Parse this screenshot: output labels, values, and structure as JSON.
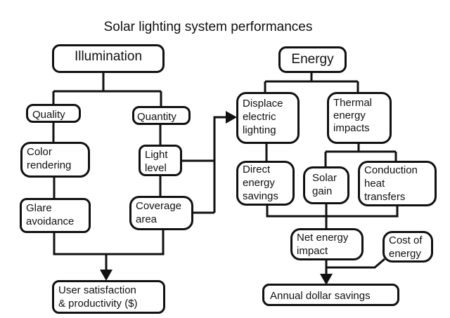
{
  "title": "Solar lighting system performances",
  "nodes": {
    "illumination": [
      "Illumination"
    ],
    "quality": [
      "Quality"
    ],
    "quantity": [
      "Quantity"
    ],
    "color_rendering": [
      "Color",
      "rendering"
    ],
    "glare_avoidance": [
      "Glare",
      "avoidance"
    ],
    "light_level": [
      "Light",
      "level"
    ],
    "coverage_area": [
      "Coverage",
      "area"
    ],
    "user_satisfaction": [
      "User satisfaction",
      "& productivity ($)"
    ],
    "energy": [
      "Energy"
    ],
    "displace_electric_lighting": [
      "Displace",
      "electric",
      "lighting"
    ],
    "thermal_energy_impacts": [
      "Thermal",
      "energy",
      "impacts"
    ],
    "direct_energy_savings": [
      "Direct",
      "energy",
      "savings"
    ],
    "solar_gain": [
      "Solar",
      "gain"
    ],
    "conduction_heat_transfers": [
      "Conduction",
      "heat",
      "transfers"
    ],
    "net_energy_impact": [
      "Net energy",
      "impact"
    ],
    "cost_of_energy": [
      "Cost of",
      "energy"
    ],
    "annual_dollar_savings": [
      "Annual dollar savings"
    ]
  },
  "edges": [
    {
      "from": "illumination",
      "to": "quality"
    },
    {
      "from": "illumination",
      "to": "quantity"
    },
    {
      "from": "quality",
      "to": "color_rendering"
    },
    {
      "from": "color_rendering",
      "to": "glare_avoidance"
    },
    {
      "from": "quantity",
      "to": "light_level"
    },
    {
      "from": "light_level",
      "to": "coverage_area"
    },
    {
      "from": "glare_avoidance",
      "to": "user_satisfaction",
      "arrow": true
    },
    {
      "from": "coverage_area",
      "to": "user_satisfaction",
      "arrow": true
    },
    {
      "from": "light_level",
      "to": "displace_electric_lighting",
      "arrow": true
    },
    {
      "from": "coverage_area",
      "to": "displace_electric_lighting",
      "arrow": true
    },
    {
      "from": "energy",
      "to": "displace_electric_lighting"
    },
    {
      "from": "energy",
      "to": "thermal_energy_impacts"
    },
    {
      "from": "displace_electric_lighting",
      "to": "direct_energy_savings"
    },
    {
      "from": "thermal_energy_impacts",
      "to": "solar_gain"
    },
    {
      "from": "thermal_energy_impacts",
      "to": "conduction_heat_transfers"
    },
    {
      "from": "direct_energy_savings",
      "to": "net_energy_impact"
    },
    {
      "from": "solar_gain",
      "to": "net_energy_impact"
    },
    {
      "from": "conduction_heat_transfers",
      "to": "net_energy_impact"
    },
    {
      "from": "net_energy_impact",
      "to": "annual_dollar_savings",
      "arrow": true
    },
    {
      "from": "cost_of_energy",
      "to": "annual_dollar_savings",
      "arrow": true
    }
  ]
}
